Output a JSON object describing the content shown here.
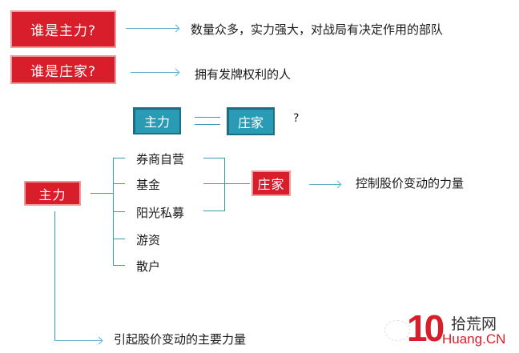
{
  "questions": [
    {
      "label": "谁是主力?",
      "answer": "数量众多，实力强大，对战局有决定作用的部队"
    },
    {
      "label": "谁是庄家?",
      "answer": "拥有发牌权利的人"
    }
  ],
  "equation": {
    "left": "主力",
    "operator": "=",
    "right": "庄家",
    "suffix": "?"
  },
  "tree": {
    "root": "主力",
    "branches": [
      "券商自营",
      "基金",
      "阳光私募",
      "游资",
      "散户"
    ],
    "grouped_target": "庄家",
    "grouped_branches": [
      "券商自营",
      "基金",
      "阳光私募"
    ],
    "target_definition": "控制股价变动的力量",
    "root_definition": "引起股价变动的主要力量"
  },
  "watermark": {
    "number": "10",
    "name_cn": "拾荒网",
    "name_en": "Huang.CN"
  },
  "colors": {
    "red": "#d81e2b",
    "teal": "#2a9bb5",
    "line": "#3a9aae"
  }
}
